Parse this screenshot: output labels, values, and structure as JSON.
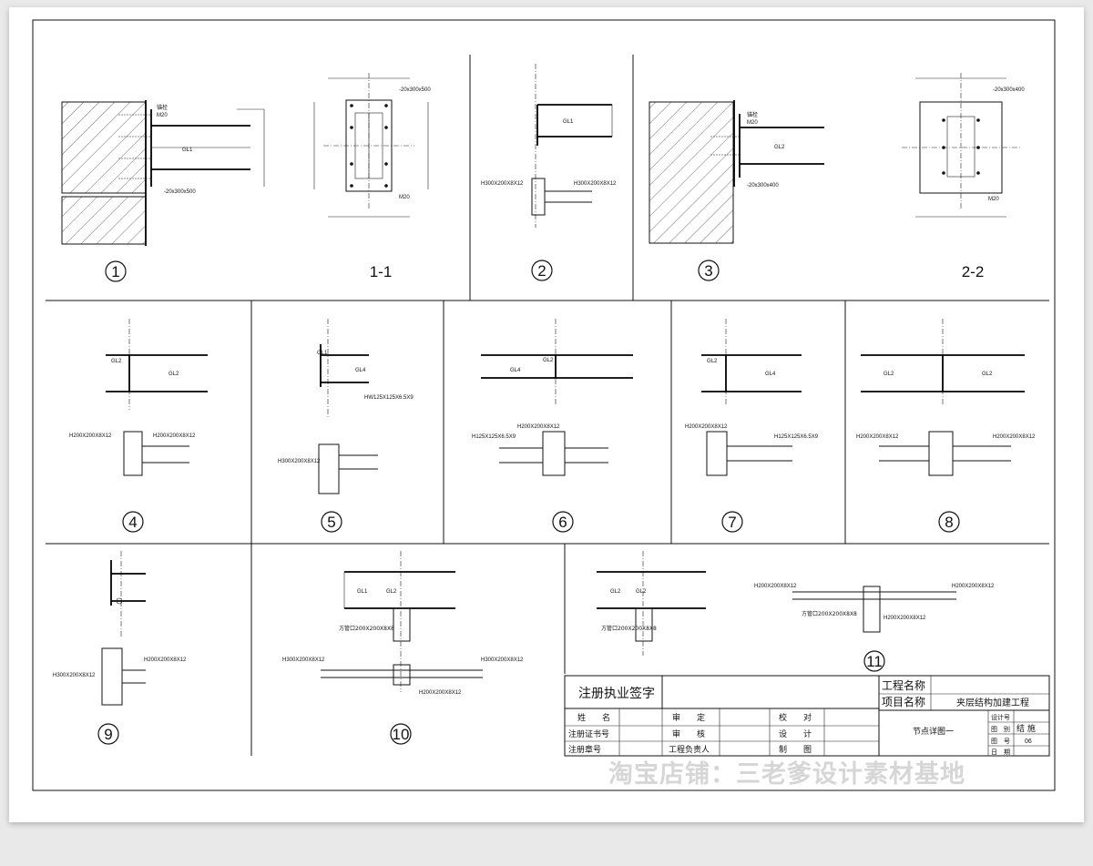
{
  "details": {
    "d1": {
      "label": "1",
      "beam": "GL1",
      "plate": "-20x300x500",
      "bolt": "M20",
      "anchor": "锚栓"
    },
    "s11": {
      "label": "1-1",
      "plate": "-20x300x500",
      "bolt": "M20"
    },
    "d2": {
      "label": "2",
      "beam": "GL1",
      "section_a": "H300X200X8X12",
      "section_b": "H300X200X8X12"
    },
    "d3": {
      "label": "3",
      "beam": "GL2",
      "plate": "-20x300x400",
      "bolt": "M20",
      "anchor": "锚栓"
    },
    "s22": {
      "label": "2-2",
      "plate": "-20x300x400",
      "bolt": "M20"
    },
    "d4": {
      "label": "4",
      "beam_a": "GL2",
      "beam_b": "GL2",
      "section_a": "H200X200X8X12",
      "section_b": "H200X200X8X12"
    },
    "d5": {
      "label": "5",
      "beam_a": "GL1",
      "beam_b": "GL4",
      "section_a": "H300X200X8X12",
      "section_b": "HW125X125X6.5X9"
    },
    "d6": {
      "label": "6",
      "beam_a": "GL4",
      "beam_b": "GL2",
      "section_a": "H125X125X6.5X9",
      "section_b": "H200X200X8X12"
    },
    "d7": {
      "label": "7",
      "beam_a": "GL2",
      "beam_b": "GL4",
      "section_a": "H200X200X8X12",
      "section_b": "H125X125X6.5X9"
    },
    "d8": {
      "label": "8",
      "beam_a": "GL2",
      "beam_b": "GL2",
      "section_a": "H200X200X8X12",
      "section_b": "H200X200X8X12"
    },
    "d9": {
      "label": "9",
      "section_a": "H300X200X8X12",
      "section_b": "H200X200X8X12"
    },
    "d10": {
      "label": "10",
      "beam_a": "GL1",
      "beam_b": "GL2",
      "col": "方管口200X200X8X8",
      "section_a": "H300X200X8X12",
      "section_b": "H200X200X8X12"
    },
    "d11": {
      "label": "11",
      "beam_a": "GL2",
      "beam_b": "GL2",
      "col": "方管口200X200X8X8",
      "section_a": "H200X200X8X12",
      "section_b": "H200X200X8X12"
    }
  },
  "title_block": {
    "signature_header": "注册执业签字",
    "row_name": "姓　　名",
    "row_cert": "注册证书号",
    "row_seal": "注册章号",
    "approve": "审　　定",
    "review": "审　　核",
    "chief": "工程负责人",
    "check": "校　　对",
    "design": "设　　计",
    "draw": "制　　图",
    "project_name_label": "工程名称",
    "item_name_label": "项目名称",
    "item_name_value": "夹层结构加建工程",
    "drawing_title": "节点详图一",
    "design_no_label": "设计号",
    "category_label": "图　别",
    "category_value": "结 施",
    "sheet_no_label": "图　号",
    "sheet_no_value": "06",
    "date_label": "日　期"
  },
  "watermark": "淘宝店铺：三老爹设计素材基地"
}
